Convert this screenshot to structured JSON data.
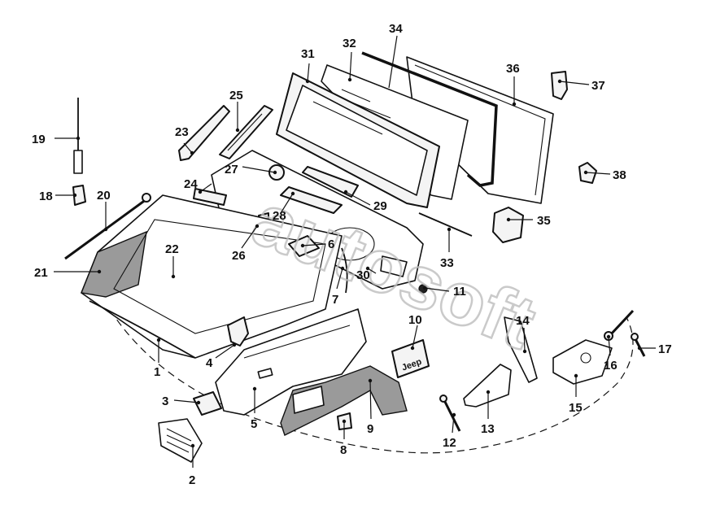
{
  "watermark": "autosoft",
  "callouts": {
    "c1": "1",
    "c2": "2",
    "c3": "3",
    "c4": "4",
    "c5": "5",
    "c6": "6",
    "c7": "7",
    "c8": "8",
    "c9": "9",
    "c10": "10",
    "c11": "11",
    "c12": "12",
    "c13": "13",
    "c14": "14",
    "c15": "15",
    "c16": "16",
    "c17": "17",
    "c18": "18",
    "c19": "19",
    "c20": "20",
    "c21": "21",
    "c22": "22",
    "c23": "23",
    "c24": "24",
    "c25": "25",
    "c26": "26",
    "c27": "27",
    "c28": "28",
    "c29": "29",
    "c30": "30",
    "c31": "31",
    "c32": "32",
    "c33": "33",
    "c34": "34",
    "c35": "35",
    "c36": "36",
    "c37": "37",
    "c38": "38"
  },
  "plate_text": "Jeep"
}
